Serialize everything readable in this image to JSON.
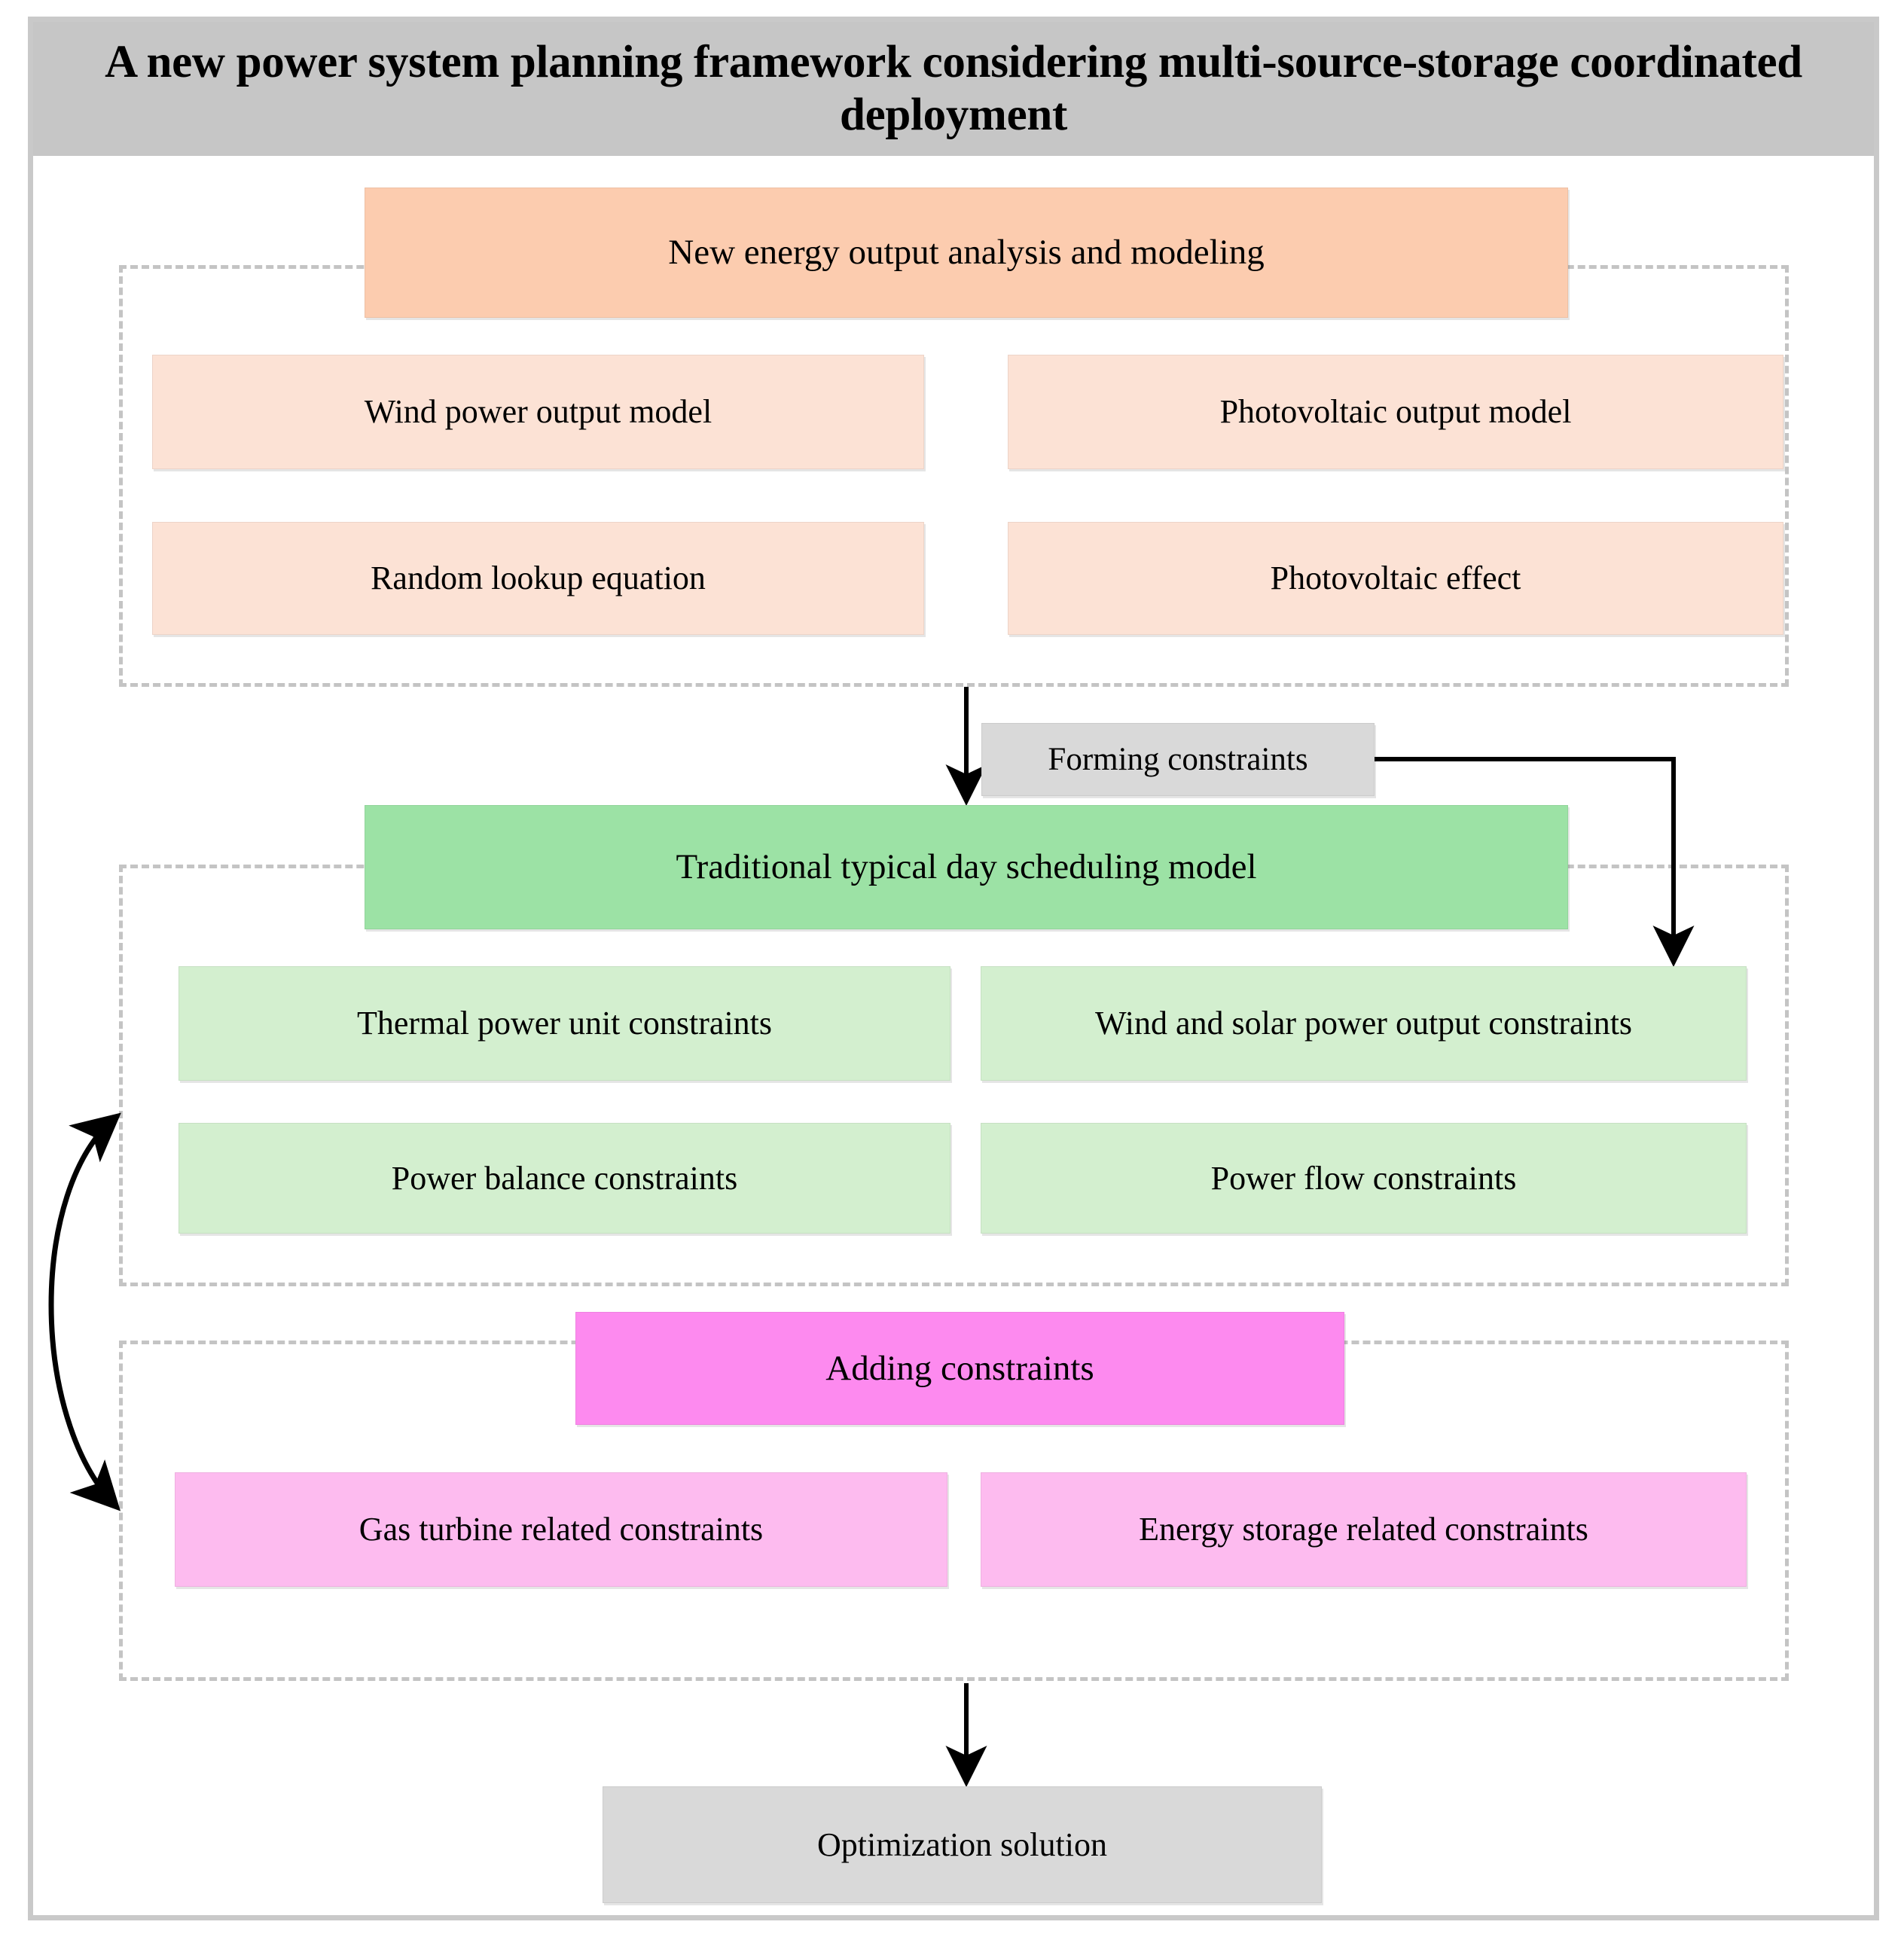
{
  "frame": {
    "title": "A new power system planning framework considering multi-source-storage coordinated deployment"
  },
  "sections": {
    "energy_analysis": {
      "header": "New energy output analysis and modeling",
      "items": [
        "Wind power output model",
        "Photovoltaic output model",
        "Random lookup equation",
        "Photovoltaic effect"
      ]
    },
    "traditional_scheduling": {
      "header": "Traditional typical day scheduling model",
      "items": [
        "Thermal power unit constraints",
        "Wind and solar power output constraints",
        "Power balance constraints",
        "Power flow constraints"
      ]
    },
    "adding_constraints": {
      "header": "Adding constraints",
      "items": [
        "Gas turbine related constraints",
        "Energy storage related constraints"
      ]
    }
  },
  "connectors": {
    "forming_constraints": "Forming constraints"
  },
  "result": {
    "optimization": "Optimization solution"
  },
  "colors": {
    "title_band": "#C6C6C6",
    "frame_border": "#C9C9C9",
    "group_dashed": "#C4C4C4",
    "orange_header": "#FCCCAF",
    "orange_item": "#FCE2D5",
    "green_header": "#9CE2A5",
    "green_item": "#D3EFCF",
    "pink_header": "#FD8AEF",
    "pink_item": "#FDBBEF",
    "gray_node": "#D9D9D9",
    "arrow": "#000000"
  }
}
